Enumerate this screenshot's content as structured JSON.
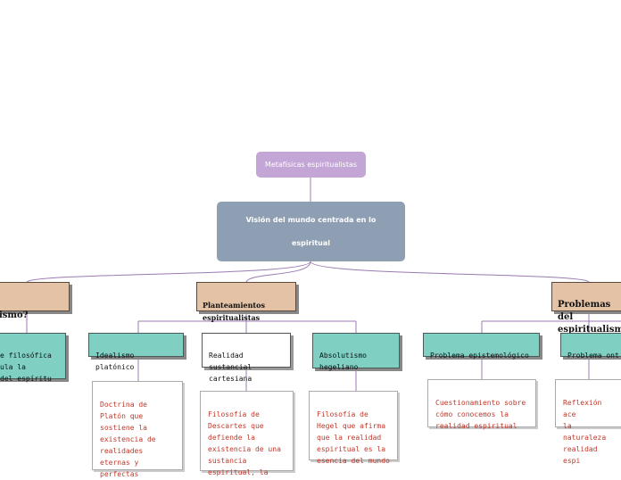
{
  "root": {
    "label": "Metafísicas  espiritualistas"
  },
  "central": {
    "label": "Visión del mundo centrada en lo\nespiritual"
  },
  "topics": {
    "left": {
      "label": "ismo?"
    },
    "middle": {
      "label": "Planteamientos\nespiritualistas"
    },
    "right": {
      "label": "Problemas del\nespiritualismo"
    }
  },
  "left_child": {
    "label": "e filosófica\nula la\n del espíritu"
  },
  "middle_children": {
    "platonico": {
      "label": "Idealismo platónico"
    },
    "cartesiana": {
      "label": "Realidad sustancial\ncartesiana"
    },
    "hegeliano": {
      "label": "Absolutismo\nhegeliano"
    }
  },
  "middle_details": {
    "platonico": {
      "label": "Doctrina de\nPlatón que\nsostiene la\nexistencia de\nrealidades\neternas y\nperfectas"
    },
    "cartesiana": {
      "label": "Filosofía de\nDescartes que\ndefiende la\nexistencia de una\nsustancia\nespiritual, la"
    },
    "hegeliano": {
      "label": "Filosofía de\nHegel que afirma\nque la realidad\nespiritual es la\nesencia del mundo"
    }
  },
  "right_children": {
    "epistemologico": {
      "label": "Problema epistemológico"
    },
    "ontologico": {
      "label": "Problema ont"
    }
  },
  "right_details": {
    "epistemologico": {
      "label": "Cuestionamiento sobre\ncómo conocemos la\nrealidad espiritual"
    },
    "ontologico": {
      "label": "Reflexión ace\nla naturaleza\nrealidad espi"
    }
  },
  "colors": {
    "root": "#c3a5d6",
    "central": "#8f9fb3",
    "topic": "#e3c2a5",
    "subtopic": "#7fcfc3",
    "detail_text": "#c0392b",
    "connector": "#9b7bb3"
  }
}
